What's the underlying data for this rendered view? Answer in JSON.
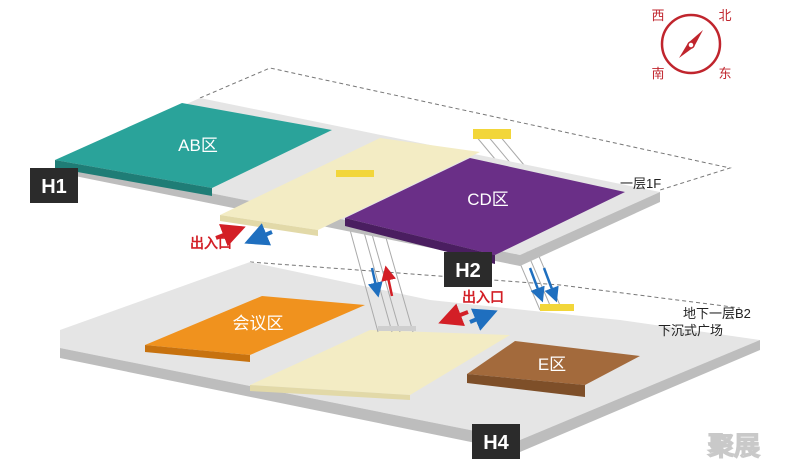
{
  "compass": {
    "west": "西",
    "north": "北",
    "south": "南",
    "east": "东",
    "color": "#c0252d"
  },
  "floors": {
    "upper": {
      "label": "一层1F"
    },
    "lower": {
      "label_line1": "地下一层B2",
      "label_line2": "下沉式广场"
    }
  },
  "zones": {
    "ab": {
      "label": "AB区",
      "color": "#2aa39a"
    },
    "cd": {
      "label": "CD区",
      "color": "#6a2f87"
    },
    "meeting": {
      "label": "会议区",
      "color": "#f0921e"
    },
    "e": {
      "label": "E区",
      "color": "#a36a3c"
    }
  },
  "halls": {
    "h1": "H1",
    "h2": "H2",
    "h4": "H4"
  },
  "entrances": {
    "upper": "出入口",
    "lower": "出入口",
    "in_color": "#d31f26",
    "out_color": "#1f6fbf"
  },
  "colors": {
    "platform": "#e5e5e5",
    "platform_edge": "#bdbdbd",
    "corridor": "#f3ecc4",
    "escalator": "#f2d63a",
    "badge": "#2b2b2b"
  },
  "watermark": "聚展"
}
